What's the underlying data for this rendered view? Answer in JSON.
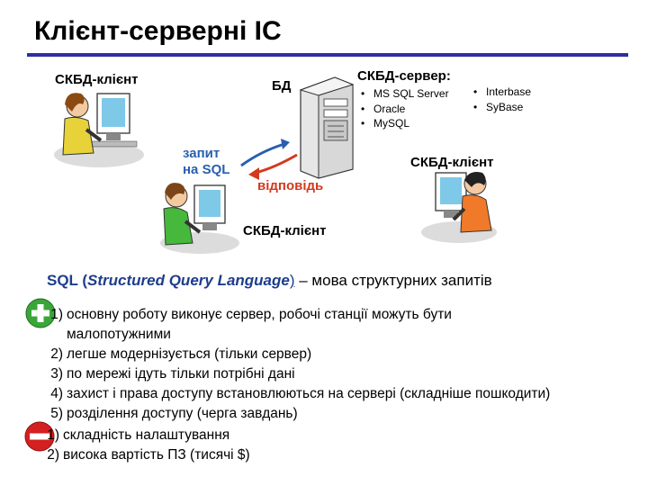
{
  "title": "Клієнт-серверні ІС",
  "diagram": {
    "client_top_left": "СКБД-клієнт",
    "db_label": "БД",
    "server_label": "СКБД-сервер:",
    "servers_col1": [
      "MS SQL Server",
      "Oracle",
      "MySQL"
    ],
    "servers_col2": [
      "Interbase",
      "SyBase"
    ],
    "client_right": "СКБД-клієнт",
    "client_bottom": "СКБД-клієнт",
    "query_line1": "запит",
    "query_line2": "на SQL",
    "reply": "відповідь"
  },
  "sql": {
    "abbr": "SQL",
    "open_paren": " (",
    "full": "Structured Query Language",
    "close_paren": ")",
    "rest": " – мова структурних запитів"
  },
  "advantages": [
    {
      "num": "1)",
      "text": "основну роботу виконує сервер, робочі станції можуть бути"
    },
    {
      "num": "",
      "text": "малопотужними"
    },
    {
      "num": "2)",
      "text": "легше модернізується (тільки сервер)"
    },
    {
      "num": "3)",
      "text": "по мережі ідуть тільки потрібні дані"
    },
    {
      "num": "4)",
      "text": "захист і права доступу встановлюються на сервері (складніше пошкодити)"
    },
    {
      "num": "5)",
      "text": "розділення доступу (черга завдань)"
    }
  ],
  "disadvantages": [
    {
      "num": "1)",
      "text": "складність налаштування"
    },
    {
      "num": "2)",
      "text": "висока вартість ПЗ (тисячі $)"
    }
  ],
  "colors": {
    "rule": "#2e2ea0",
    "plus_icon": "#3aa63a",
    "minus_icon": "#d42020",
    "query_text": "#2a5fb0",
    "reply_text": "#d23a1e"
  }
}
